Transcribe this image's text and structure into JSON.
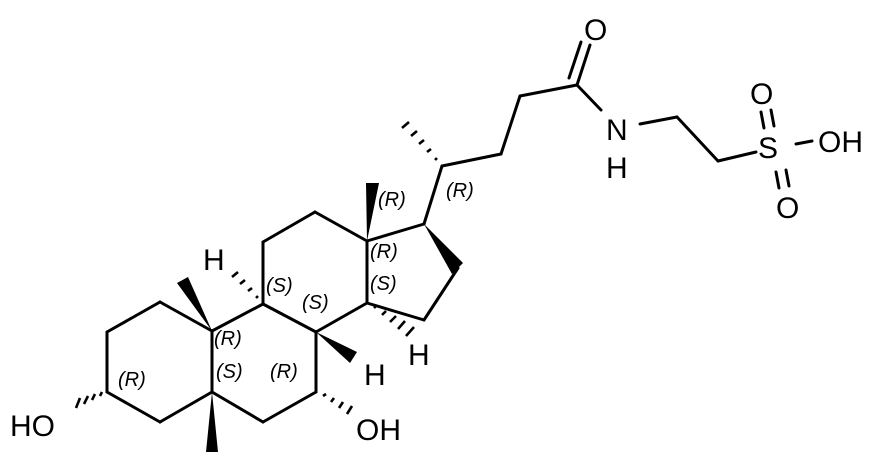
{
  "diagram": {
    "type": "chemical-structure",
    "subject": "taurine-conjugated steroid (bile acid) skeleton",
    "colors": {
      "bond": "#000000",
      "background": "#ffffff"
    },
    "atom_labels": {
      "ho_left": "HO",
      "oh_c7": "OH",
      "h_c9": "H",
      "h_c8": "H",
      "h_c14": "H",
      "carbonyl_o": "O",
      "amide_n": "N",
      "amide_h": "H",
      "sulfur": "S",
      "sulfonyl_o_top": "O",
      "sulfonyl_o_bottom": "O",
      "sulfonic_oh": "OH"
    },
    "stereo_labels": {
      "c3": "(R)",
      "c10": "(R)",
      "c5": "(S)",
      "c7": "(R)",
      "c9": "(S)",
      "c8": "(S)",
      "c13": "(R)",
      "c13b": "(R)",
      "c14": "(S)",
      "c20": "(R)"
    }
  }
}
